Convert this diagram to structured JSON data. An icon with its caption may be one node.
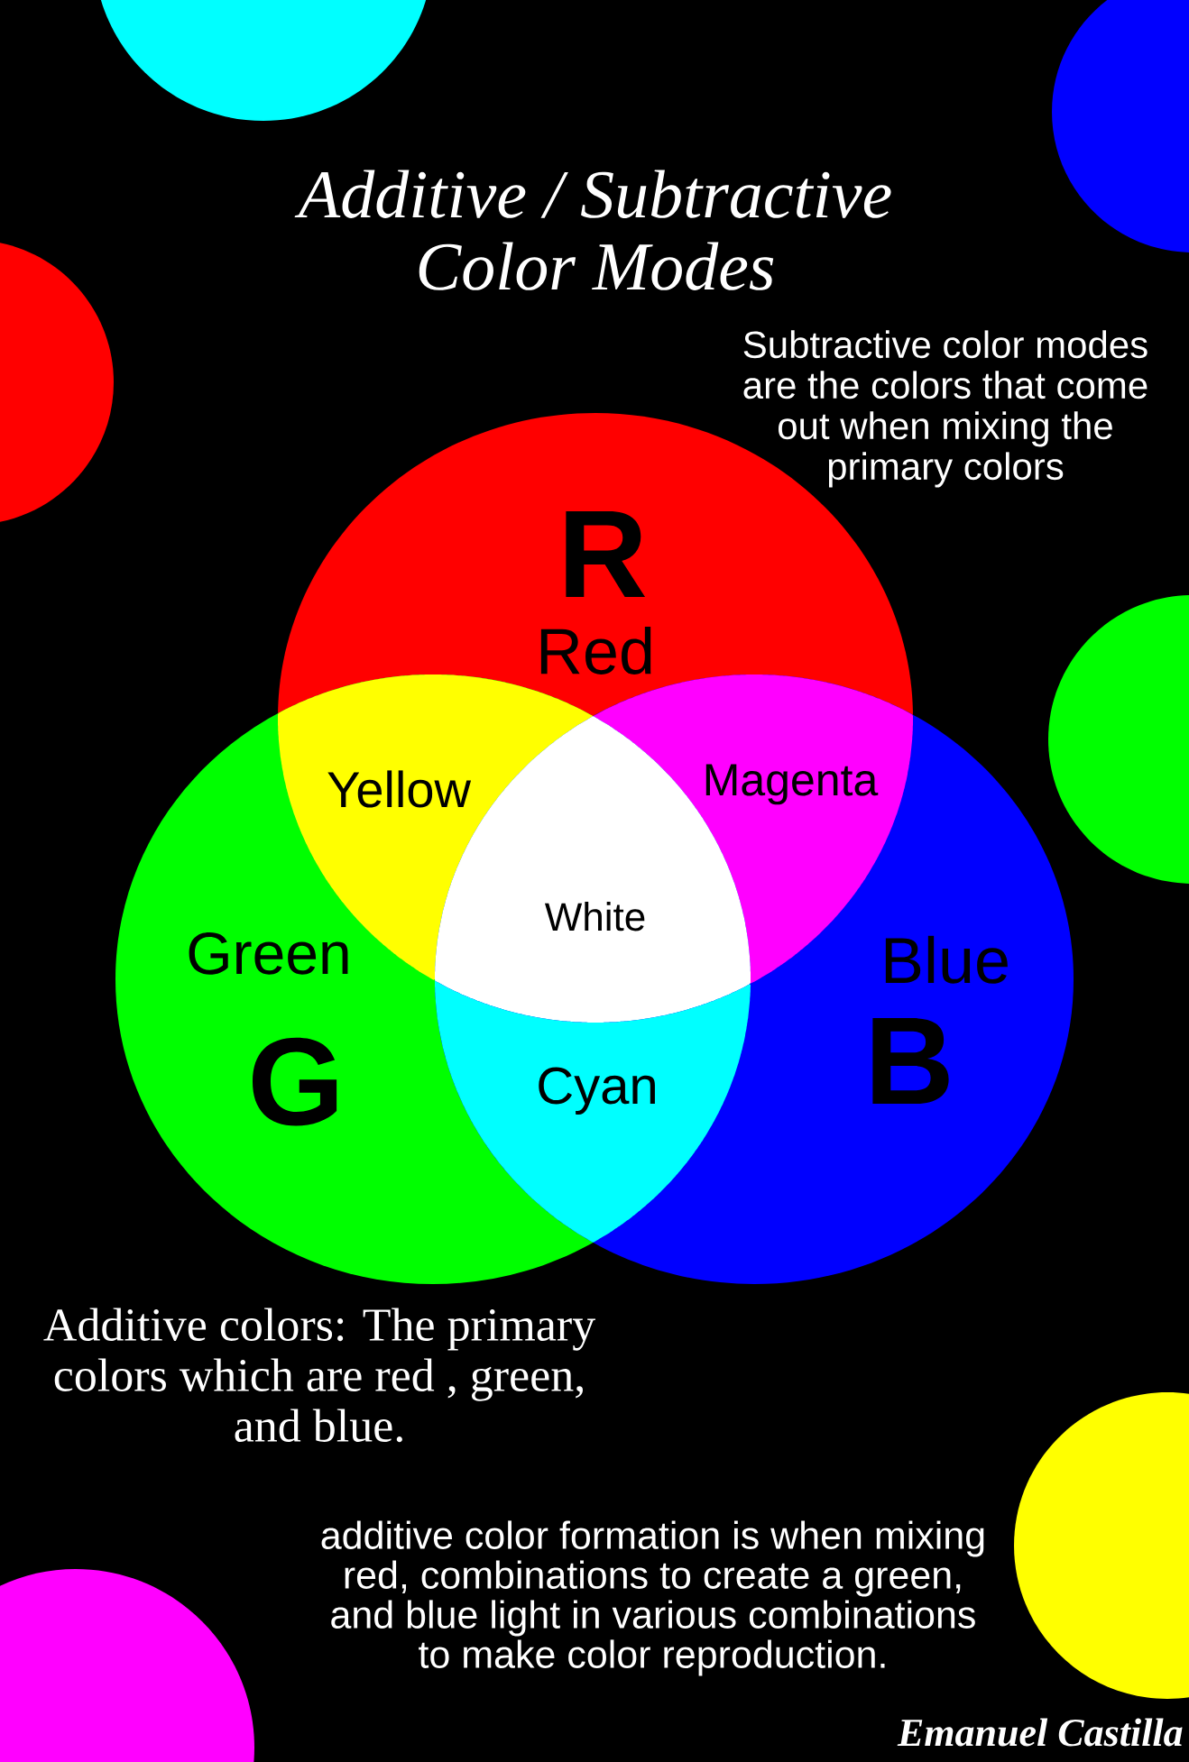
{
  "diagram": {
    "title": "Additive / Subtractive Color Modes",
    "nodes": [
      {
        "text": [],
        "shape": "circle"
      },
      {
        "text": [],
        "shape": "circle"
      },
      {
        "text": [],
        "shape": "circle"
      },
      {
        "text": [
          "R",
          "Red"
        ]
      },
      {
        "text": [
          "Green",
          "G"
        ]
      },
      {
        "text": [
          "Blue",
          "B"
        ]
      },
      {
        "text": [
          "Yellow"
        ]
      },
      {
        "text": [
          "Magenta"
        ]
      },
      {
        "text": [
          "White"
        ]
      },
      {
        "text": [
          "Cyan"
        ]
      },
      {
        "text": [],
        "shape": "circle"
      },
      {
        "text": [],
        "shape": "circle"
      },
      {
        "text": [],
        "shape": "circle"
      }
    ],
    "labels": [
      "Subtractive color modes are the colors that come out when mixing the primary colors",
      "Additive colors: The primary colors which are red , green, and blue.",
      "additive color formation is when mixing red, combinations to create a green, and blue light in various combinations to make color reproduction.",
      "Emanuel Castilla"
    ]
  }
}
